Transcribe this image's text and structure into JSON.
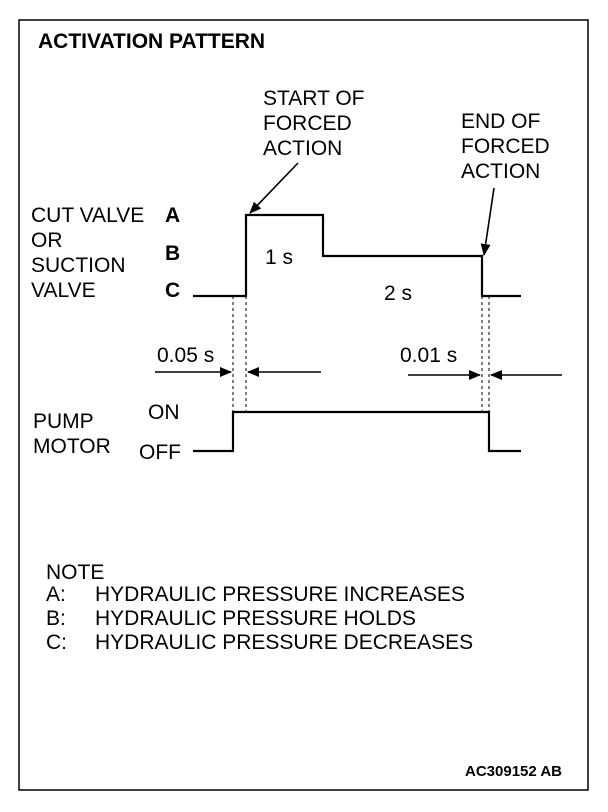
{
  "title": "ACTIVATION PATTERN",
  "valve_label": [
    "CUT VALVE",
    "OR",
    "SUCTION",
    "VALVE"
  ],
  "levels": {
    "a": "A",
    "b": "B",
    "c": "C"
  },
  "start_label": [
    "START OF",
    "FORCED",
    "ACTION"
  ],
  "end_label": [
    "END OF",
    "FORCED",
    "ACTION"
  ],
  "durations": {
    "first": "1 s",
    "second": "2 s"
  },
  "delays": {
    "start": "0.05 s",
    "end": "0.01 s"
  },
  "pump_label": [
    "PUMP",
    "MOTOR"
  ],
  "pump_states": {
    "on": "ON",
    "off": "OFF"
  },
  "note": {
    "heading": "NOTE",
    "items": [
      {
        "key": "A:",
        "text": "HYDRAULIC PRESSURE INCREASES"
      },
      {
        "key": "B:",
        "text": "HYDRAULIC PRESSURE HOLDS"
      },
      {
        "key": "C:",
        "text": "HYDRAULIC PRESSURE DECREASES"
      }
    ]
  },
  "figure_code": "AC309152 AB"
}
